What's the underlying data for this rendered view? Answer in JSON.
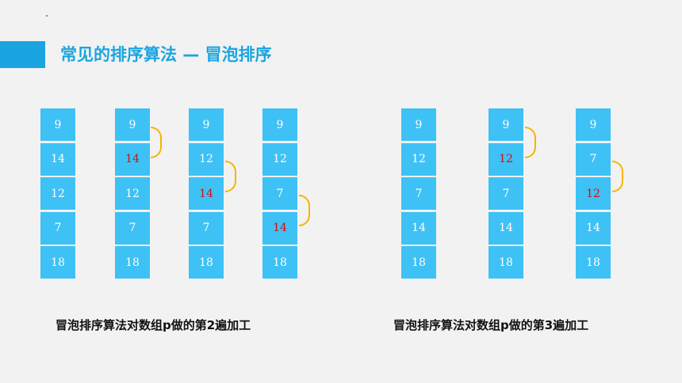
{
  "title": "常见的排序算法 — 冒泡排序",
  "columns": [
    {
      "cells": [
        "9",
        "14",
        "12",
        "7",
        "18"
      ],
      "highlight": 9
    },
    {
      "cells": [
        "9",
        "14",
        "12",
        "7",
        "18"
      ],
      "highlight": 1
    },
    {
      "cells": [
        "9",
        "12",
        "14",
        "7",
        "18"
      ],
      "highlight": 2
    },
    {
      "cells": [
        "9",
        "12",
        "7",
        "14",
        "18"
      ],
      "highlight": 3
    },
    {
      "cells": [
        "9",
        "12",
        "7",
        "14",
        "18"
      ],
      "highlight": 9
    },
    {
      "cells": [
        "9",
        "12",
        "7",
        "14",
        "18"
      ],
      "highlight": 1
    },
    {
      "cells": [
        "9",
        "7",
        "12",
        "14",
        "18"
      ],
      "highlight": 2
    }
  ],
  "captions": [
    "冒泡排序算法对数组p做的第2遍加工",
    "冒泡排序算法对数组p做的第3遍加工"
  ],
  "colors": {
    "accent": "#1aa5e0",
    "cell": "#3ec1f5",
    "highlight_text": "#d01010",
    "arc": "#f6b400"
  }
}
